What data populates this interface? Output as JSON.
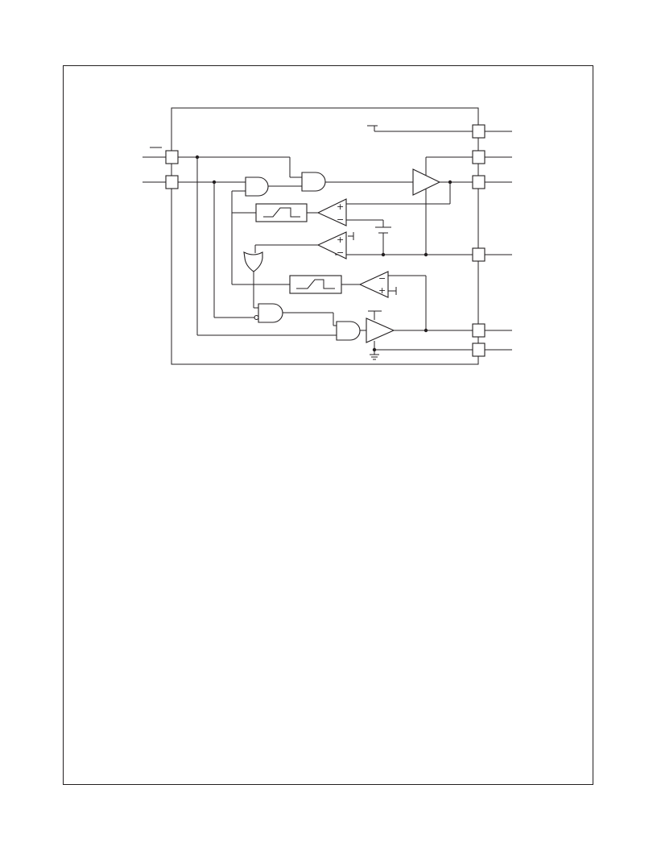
{
  "diagram": {
    "type": "block-diagram",
    "line_color": "#231f20",
    "background": "#ffffff",
    "blocks": [
      {
        "id": "enable-pin",
        "kind": "pin"
      },
      {
        "id": "input-pin",
        "kind": "pin"
      },
      {
        "id": "top-right-pin",
        "kind": "pin"
      },
      {
        "id": "second-right-pin",
        "kind": "pin"
      },
      {
        "id": "output-pin",
        "kind": "pin"
      },
      {
        "id": "sense-pin",
        "kind": "pin"
      },
      {
        "id": "lower-driver-pin",
        "kind": "pin"
      },
      {
        "id": "ground-pin",
        "kind": "pin"
      },
      {
        "id": "and-gate-input",
        "kind": "and-gate"
      },
      {
        "id": "and-gate-output",
        "kind": "and-gate"
      },
      {
        "id": "and-gate-lower",
        "kind": "and-gate"
      },
      {
        "id": "and-gate-bottom",
        "kind": "and-gate"
      },
      {
        "id": "or-gate",
        "kind": "or-gate"
      },
      {
        "id": "output-driver",
        "kind": "buffer"
      },
      {
        "id": "lower-driver",
        "kind": "buffer"
      },
      {
        "id": "comparator-1",
        "kind": "comparator"
      },
      {
        "id": "comparator-2",
        "kind": "comparator"
      },
      {
        "id": "comparator-3",
        "kind": "comparator"
      },
      {
        "id": "delay-block-1",
        "kind": "delay"
      },
      {
        "id": "delay-block-2",
        "kind": "delay"
      },
      {
        "id": "reference-source",
        "kind": "voltage-reference"
      },
      {
        "id": "ground-symbol",
        "kind": "ground"
      }
    ],
    "comparator_inputs": {
      "plus": "+",
      "minus": "−"
    }
  }
}
